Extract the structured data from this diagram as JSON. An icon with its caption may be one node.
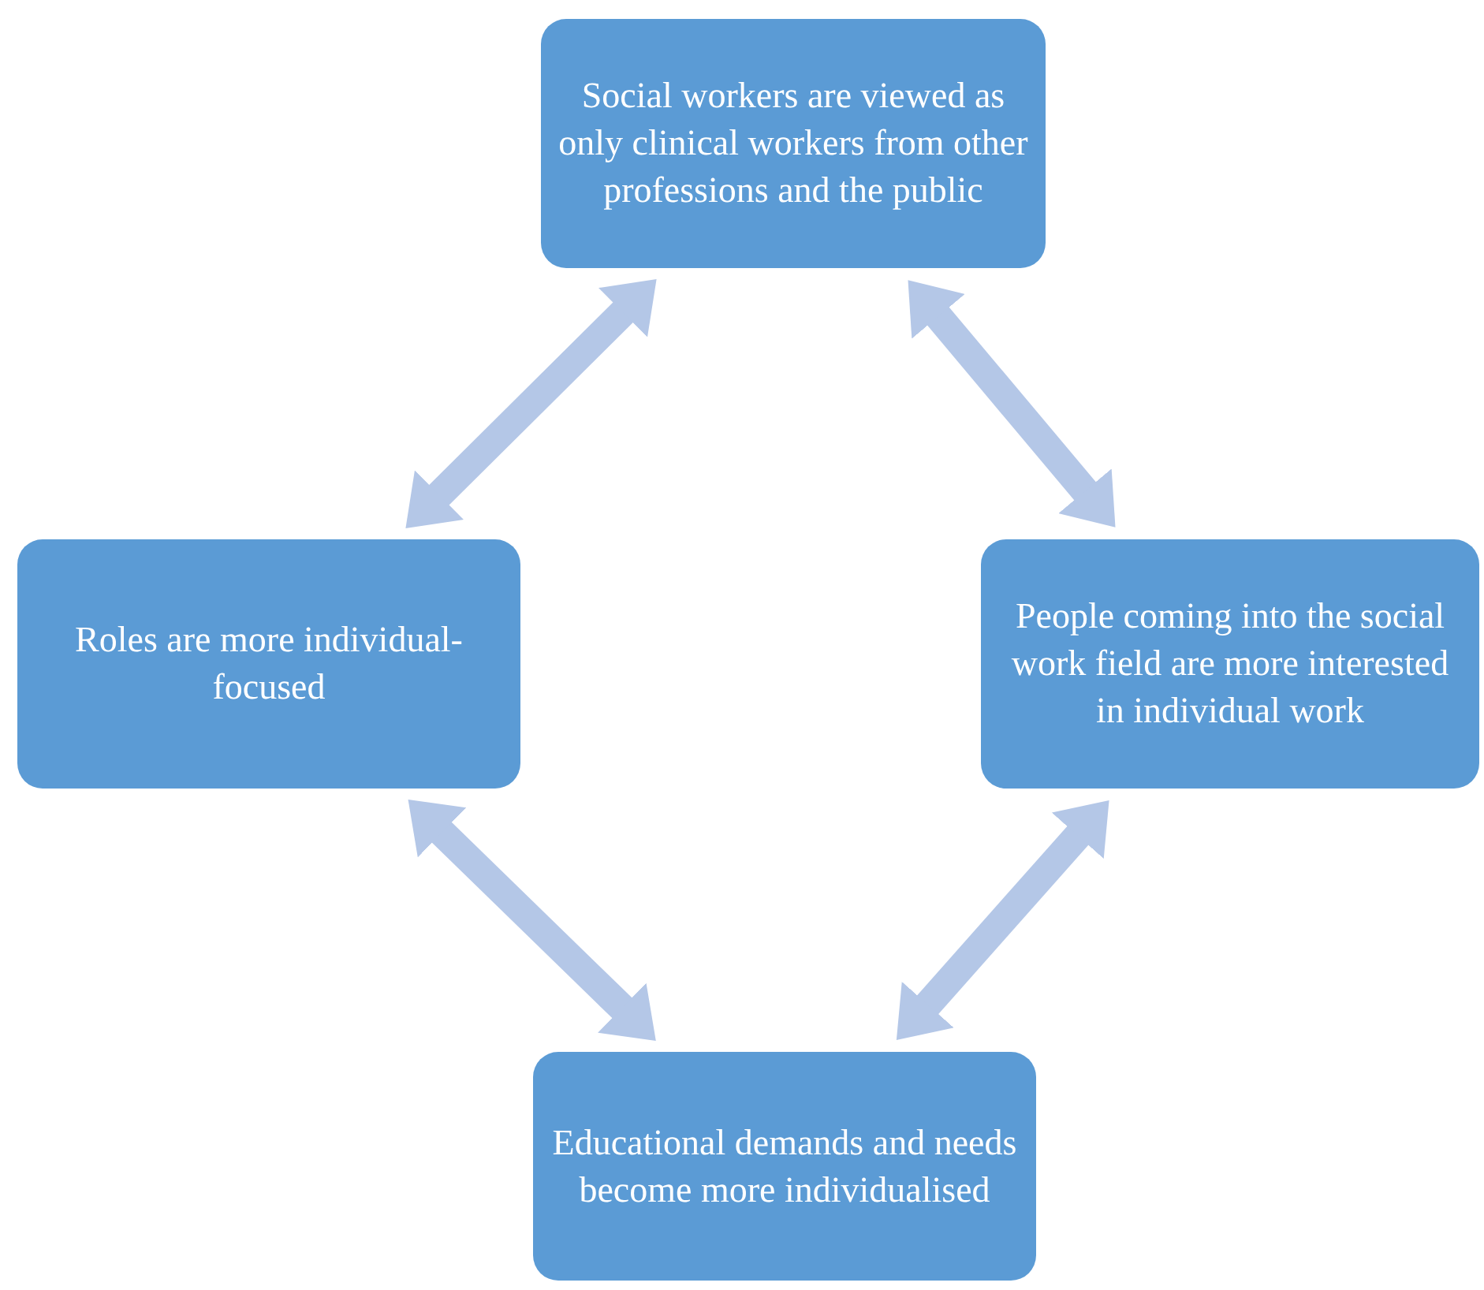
{
  "diagram": {
    "nodes": [
      {
        "text": [
          "Social workers are viewed as only clinical workers from other professions and the public"
        ]
      },
      {
        "text": [
          "Roles are more individual-focused"
        ]
      },
      {
        "text": [
          "People coming into the social work field are more interested in individual work"
        ]
      },
      {
        "text": [
          "Educational demands and needs become more individualised"
        ]
      }
    ],
    "edges": [
      {
        "from": 0,
        "to": 1,
        "arrow": "both"
      },
      {
        "from": 0,
        "to": 2,
        "arrow": "both"
      },
      {
        "from": 1,
        "to": 3,
        "arrow": "both"
      },
      {
        "from": 2,
        "to": 3,
        "arrow": "both"
      }
    ]
  }
}
